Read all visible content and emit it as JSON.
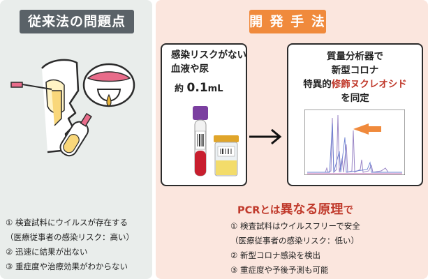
{
  "left": {
    "title": "従来法の問題点",
    "items": [
      "① 検査試料にウイルスが存在する",
      "（医療従事者の感染リスク：高い）",
      "② 迅速に結果が出ない",
      "③ 重症度や治療効果がわからない"
    ]
  },
  "right": {
    "title": "開 発 手 法",
    "sample_box": {
      "line1": "感染リスクがない",
      "line2": "血液や尿",
      "volume_prefix": "約",
      "volume_value": "0.1",
      "volume_unit": "mL"
    },
    "analysis_box": {
      "line1": "質量分析器で",
      "line2": "新型コロナ",
      "line3_a": "特異的",
      "line3_b": "修飾ヌクレオシド",
      "line4": "を同定"
    },
    "difference": {
      "prefix": "PCRとは",
      "emph": "異なる原理",
      "suffix": "で"
    },
    "items": [
      "① 検査試料はウイルスフリーで安全",
      "（医療従事者の感染リスク：低い）",
      "② 新型コロナ感染を検出",
      "③ 重症度や予後予測も可能"
    ]
  },
  "colors": {
    "left_bg": "#e9edeb",
    "right_bg": "#fbe6de",
    "left_title_bg": "#5a6268",
    "right_title_bg": "#f08a3c",
    "accent_red": "#c0392b"
  }
}
